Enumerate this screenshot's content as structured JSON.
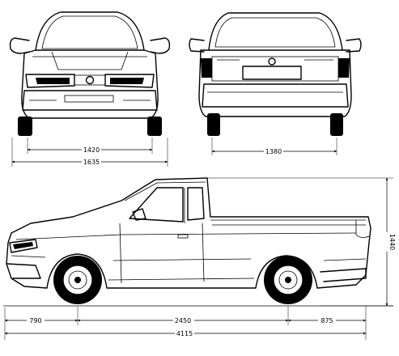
{
  "dimensions": {
    "front_track": "1420",
    "front_overall_width": "1635",
    "rear_track": "1380",
    "overall_height": "1440",
    "front_overhang": "790",
    "wheelbase": "2450",
    "rear_overhang": "875",
    "overall_length": "4115"
  },
  "colors": {
    "ink": "#000000",
    "paper": "#ffffff"
  }
}
